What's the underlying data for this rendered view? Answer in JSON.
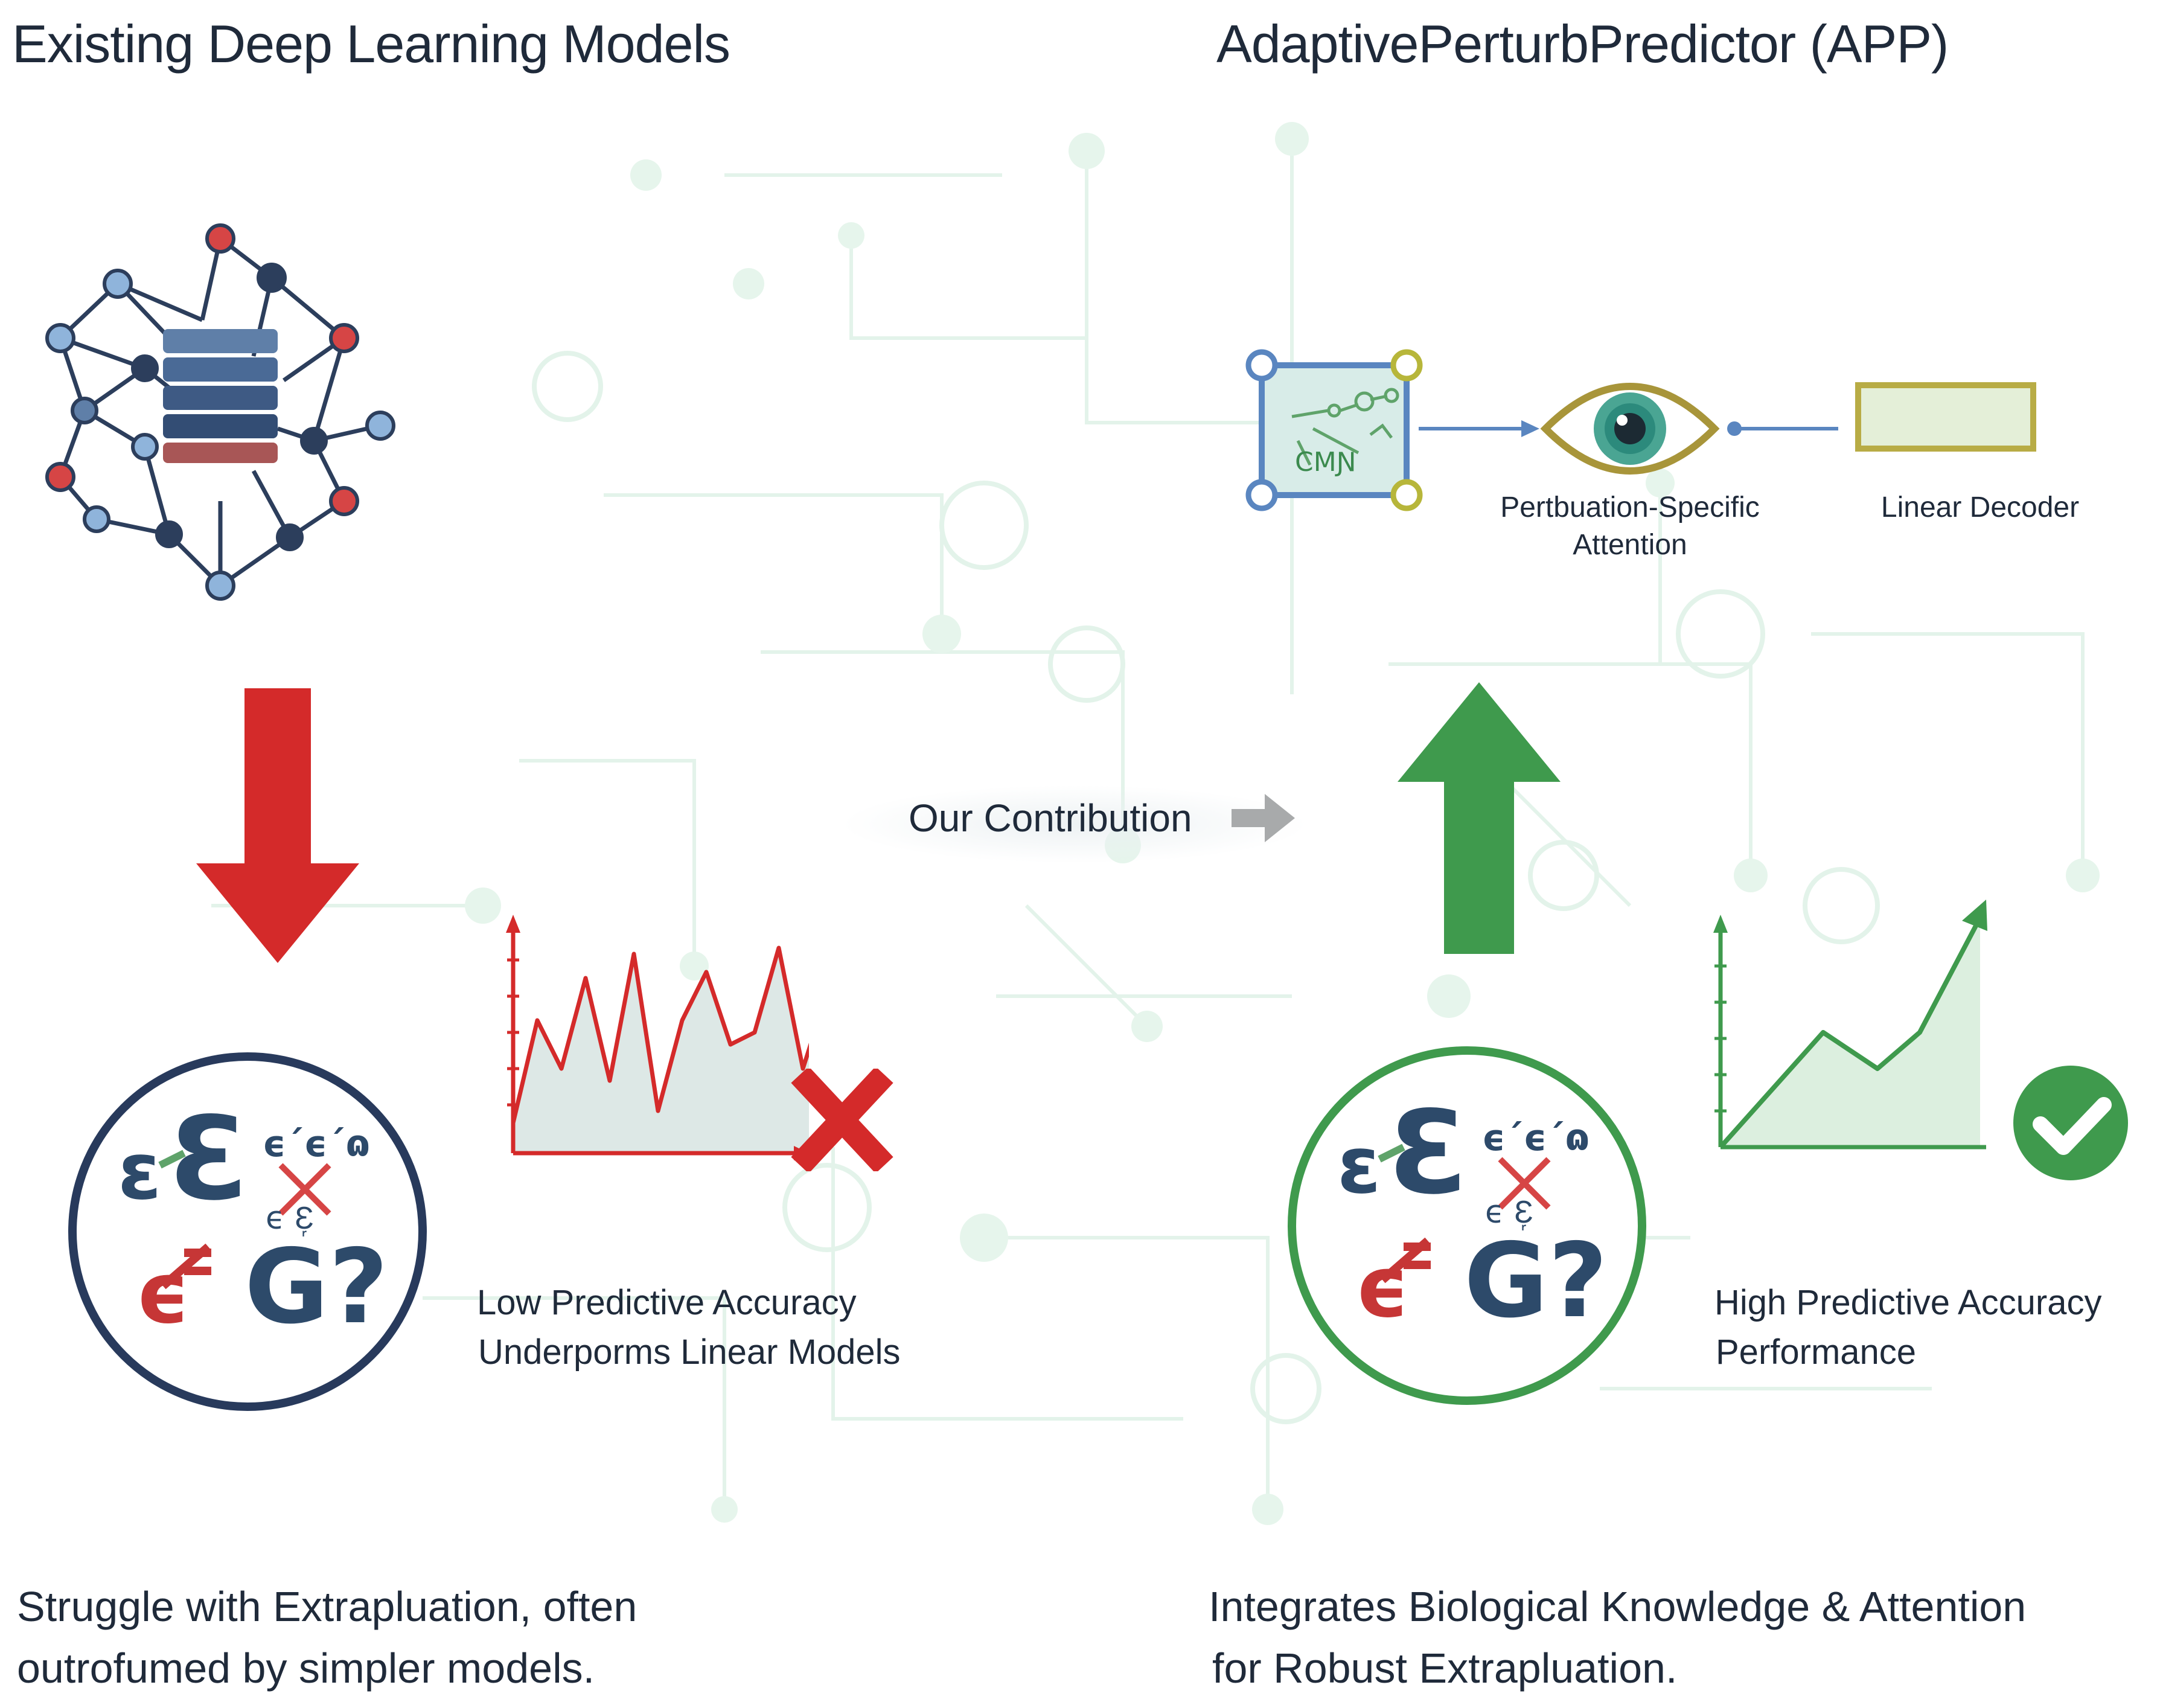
{
  "left": {
    "title": "Existing Deep Learning Models",
    "caption_line1": "Low Predictive Accuracy",
    "caption_line2": "Underporms Linear Models",
    "bottom_line1": "Struggle with Extrapluation, often",
    "bottom_line2": "outrofumed by simpler models.",
    "circle_glyphs": {
      "g1": "ε",
      "g2": "Ɛ",
      "g3": "ϵ´ϵ´ɷ",
      "g4": "ϵ  Ɛ᷊",
      "g5": "ϵ",
      "g6": "G?"
    }
  },
  "right": {
    "title": "AdaptivePerturbPredictor (APP)",
    "attention_label_line1": "Pertbuation-Specific",
    "attention_label_line2": "Attention",
    "decoder_label": "Linear Decoder",
    "caption_line1": "High Predictive Accuracy",
    "caption_line2": "Performance",
    "bottom_line1": "Integrates Biological Knowledge & Attention",
    "bottom_line2": "for Robust Extrapluation.",
    "circle_glyphs": {
      "g1": "ε",
      "g2": "Ɛ",
      "g3": "ϵ´ϵ´ɷ",
      "g4": "ϵ  Ɛ᷊",
      "g5": "ϵ",
      "g6": "G?"
    },
    "chip_text": "CMƝ"
  },
  "center": {
    "contribution_label": "Our Contribution"
  },
  "colors": {
    "red": "#d42a2a",
    "green": "#3f9a4d",
    "navy": "#283a5c",
    "accent_blue": "#5a86c0",
    "mint": "#d9efe3"
  },
  "icons": {
    "network": "neural-network-stack-icon",
    "down_arrow": "red-down-arrow-icon",
    "up_arrow": "green-up-arrow-icon",
    "x_mark": "red-x-icon",
    "check": "green-check-icon",
    "eye": "eye-icon",
    "chip": "graph-chip-icon"
  }
}
